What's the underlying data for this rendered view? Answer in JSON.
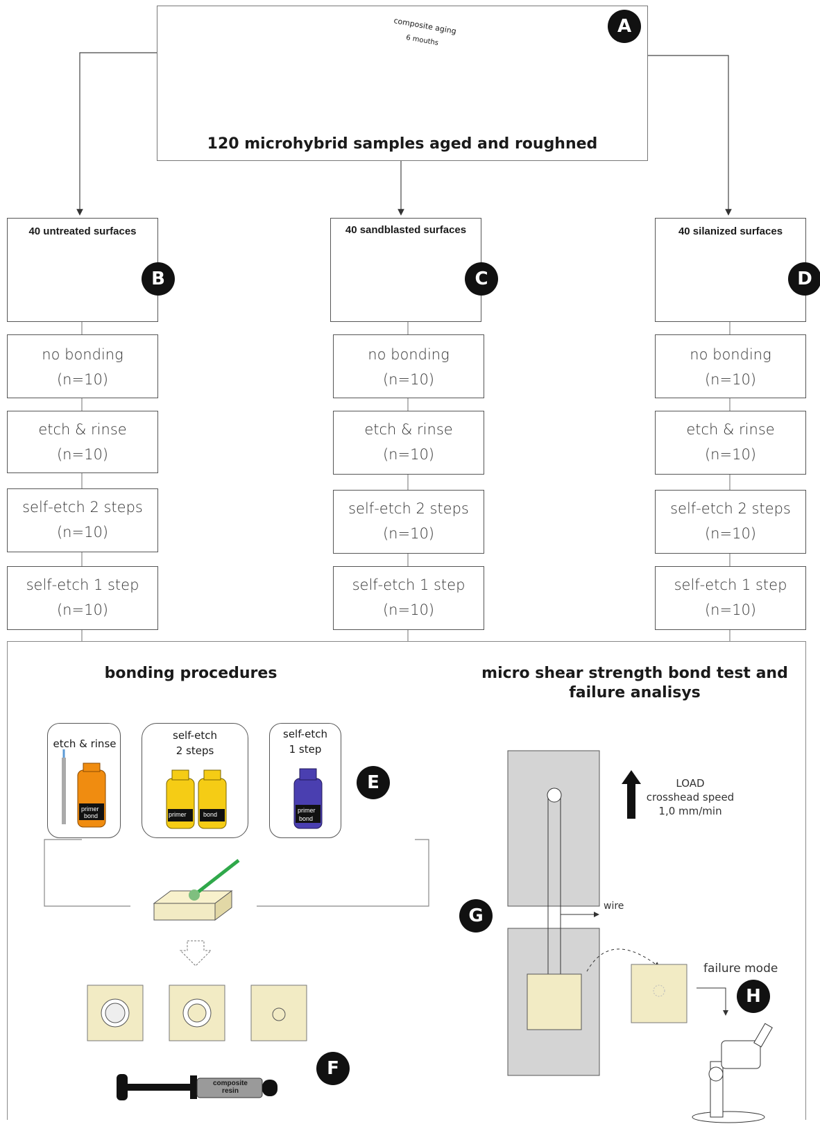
{
  "top": {
    "label_a": "A",
    "syringe_label": "composite resin",
    "aging_label": "composite aging",
    "aging_time": "6 mouths",
    "caption": "120 microhybrid samples aged and roughned"
  },
  "groups": [
    {
      "id": "B",
      "title": "40 untreated surfaces",
      "cells": [
        {
          "name": "no bonding",
          "n": "(n=10)"
        },
        {
          "name": "etch & rinse",
          "n": "(n=10)"
        },
        {
          "name": "self-etch 2 steps",
          "n": "(n=10)"
        },
        {
          "name": "self-etch 1 step",
          "n": "(n=10)"
        }
      ]
    },
    {
      "id": "C",
      "title": "40 sandblasted surfaces",
      "cells": [
        {
          "name": "no bonding",
          "n": "(n=10)"
        },
        {
          "name": "etch & rinse",
          "n": "(n=10)"
        },
        {
          "name": "self-etch 2 steps",
          "n": "(n=10)"
        },
        {
          "name": "self-etch 1 step",
          "n": "(n=10)"
        }
      ]
    },
    {
      "id": "D",
      "title": "40 silanized surfaces",
      "cells": [
        {
          "name": "no bonding",
          "n": "(n=10)"
        },
        {
          "name": "etch & rinse",
          "n": "(n=10)"
        },
        {
          "name": "self-etch 2 steps",
          "n": "(n=10)"
        },
        {
          "name": "self-etch 1 step",
          "n": "(n=10)"
        }
      ]
    }
  ],
  "bonding": {
    "title": "bonding  procedures",
    "label_e": "E",
    "label_f": "F",
    "kit1_title": "etch & rinse",
    "kit1_bottle": [
      "primer",
      "bond"
    ],
    "kit2_title_1": "self-etch",
    "kit2_title_2": "2 steps",
    "kit2_bottle1": "primer",
    "kit2_bottle2": "bond",
    "kit3_title_1": "self-etch",
    "kit3_title_2": "1 step",
    "kit3_bottle": [
      "primer",
      "bond"
    ],
    "syringe_label": [
      "composite",
      "resin"
    ]
  },
  "test": {
    "title_1": "micro shear strength bond test and",
    "title_2": "failure analisys",
    "load_1": "LOAD",
    "load_2": "crosshead speed",
    "load_3": "1,0 mm/min",
    "wire": "wire",
    "failure_mode": "failure mode",
    "label_g": "G",
    "label_h": "H"
  },
  "colors": {
    "composite": "#f2ebc4",
    "orange_bottle": "#f08c10",
    "yellow_bottle": "#f5cc15",
    "purple_bottle": "#4a3fb0",
    "brush_green": "#2fa84a",
    "fixture_grey": "#d4d4d4"
  }
}
